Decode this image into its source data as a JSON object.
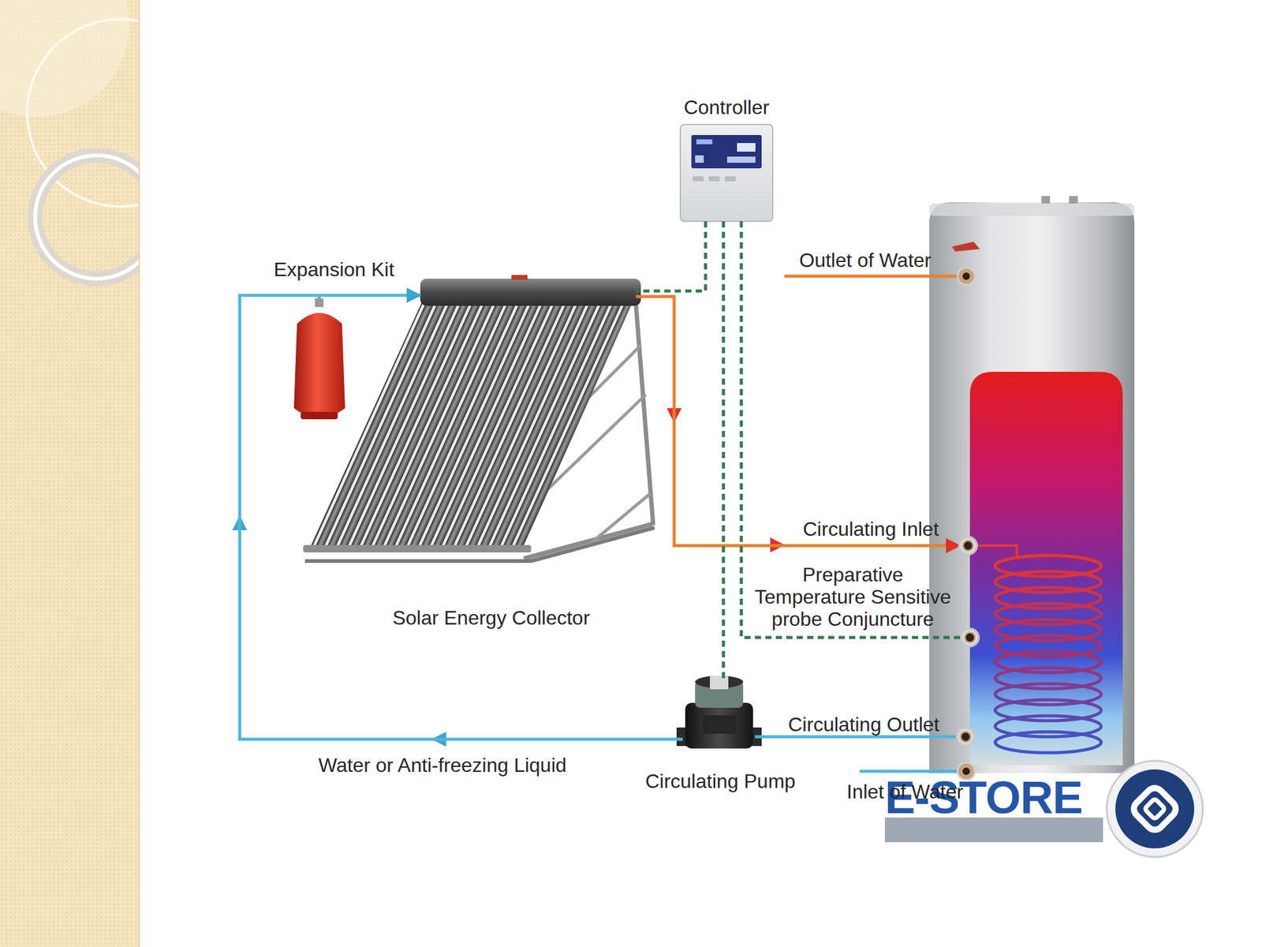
{
  "diagram": {
    "nodes": [
      {
        "text": [
          "Controller"
        ]
      },
      {
        "text": [
          "Expansion Kit"
        ]
      },
      {
        "text": [
          "Solar Energy Collector"
        ]
      },
      {
        "text": [
          "Circulating Inlet"
        ]
      },
      {
        "text": [
          "Preparative Temperature Sensitive probe Conjuncture"
        ]
      },
      {
        "text": [
          "Circulating Outlet"
        ]
      },
      {
        "text": [
          "Circulating Pump"
        ]
      }
    ],
    "edges": [
      {
        "from": 2,
        "to": 3,
        "arrow": "to"
      },
      {
        "from": 5,
        "to": 6,
        "arrow": "none"
      },
      {
        "from": 6,
        "to": 2,
        "arrow": "to",
        "label": "Water or Anti-freezing Liquid"
      },
      {
        "from": 0,
        "to": 2,
        "arrow": "none"
      },
      {
        "from": 0,
        "to": 6,
        "arrow": "none"
      },
      {
        "from": 0,
        "to": 4,
        "arrow": "none"
      }
    ],
    "labels": [
      "Outlet of Water",
      "Inlet of Water",
      "E-STORE"
    ]
  }
}
